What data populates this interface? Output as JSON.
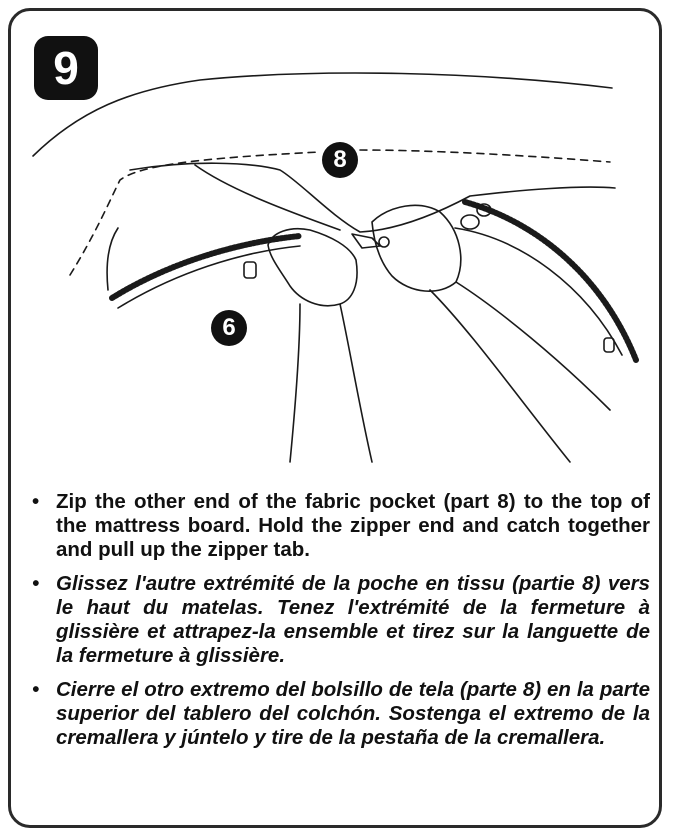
{
  "step": {
    "number": "9"
  },
  "callouts": {
    "part_a": "8",
    "part_b": "6"
  },
  "instructions": [
    {
      "lang": "en",
      "bullet": "•",
      "text": "Zip the other end of the fabric pocket (part 8) to the top of the mattress board. Hold the zipper end and catch together and pull up the zipper tab."
    },
    {
      "lang": "fr",
      "bullet": "•",
      "text": "Glissez l'autre extrémité de la poche en tissu (partie 8) vers le haut du matelas. Tenez l'extrémité de la fermeture à glissière et attrapez-la ensemble et tirez sur la languette de la fermeture à glissière."
    },
    {
      "lang": "es",
      "bullet": "•",
      "text": "Cierre el otro extremo del bolsillo de tela (parte 8) en la parte superior del tablero del colchón. Sostenga el extremo de la cremallera y júntelo y tire de la pestaña de la cremallera."
    }
  ]
}
